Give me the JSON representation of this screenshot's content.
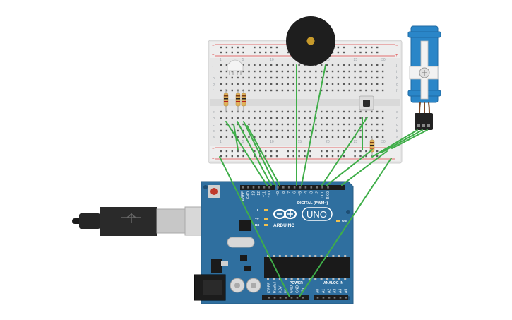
{
  "breadboard": {
    "row_letters_top": [
      "j",
      "i",
      "h",
      "g",
      "f"
    ],
    "row_letters_bottom": [
      "e",
      "d",
      "c",
      "b",
      "a"
    ],
    "column_numbers": [
      "1",
      "5",
      "10",
      "15",
      "20",
      "25",
      "30"
    ]
  },
  "arduino": {
    "brand_label": "ARDUINO",
    "model_label": "UNO",
    "digital_header_label": "DIGITAL (PWM~)",
    "power_header_label": "POWER",
    "analog_header_label": "ANALOG IN",
    "led_labels": [
      "L",
      "TX",
      "RX"
    ],
    "on_label": "ON",
    "digital_pin_labels": [
      "AREF",
      "GND",
      "13",
      "12",
      "~11",
      "~10",
      "~9",
      "8",
      "7",
      "~6",
      "~5",
      "4",
      "~3",
      "2",
      "TX 1",
      "RX 0"
    ],
    "power_pin_labels": [
      "IOREF",
      "RESET",
      "3.3V",
      "5V",
      "GND",
      "GND",
      "Vin"
    ],
    "analog_pin_labels": [
      "A0",
      "A1",
      "A2",
      "A3",
      "A4",
      "A5"
    ]
  },
  "colors": {
    "wire": "#3fae49",
    "board": "#2f6f9f",
    "breadboard": "#e8e8e8",
    "servo": "#2a86c8",
    "buzzer": "#1e1e1e"
  }
}
